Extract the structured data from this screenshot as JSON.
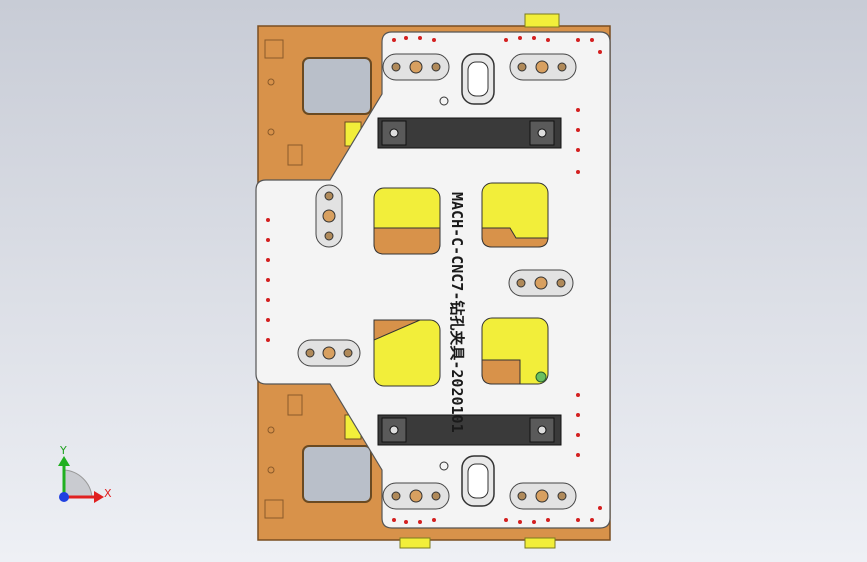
{
  "viewport": {
    "background_top": "#c8ccd6",
    "background_bottom": "#eef0f5"
  },
  "model": {
    "part_label": "MACH-C-CNC7-钻孔夹具-2020101",
    "colors": {
      "base_plate": "#d8924a",
      "base_plate_edge": "#8a5a2a",
      "top_plate": "#f4f4f4",
      "pad": "#f2ee3a",
      "clamp_bar": "#3a3a3a",
      "hole_red": "#d42020"
    }
  },
  "triad": {
    "x_label": "X",
    "y_label": "Y",
    "x_color": "#e02020",
    "y_color": "#20b020",
    "z_color": "#2040e0"
  }
}
